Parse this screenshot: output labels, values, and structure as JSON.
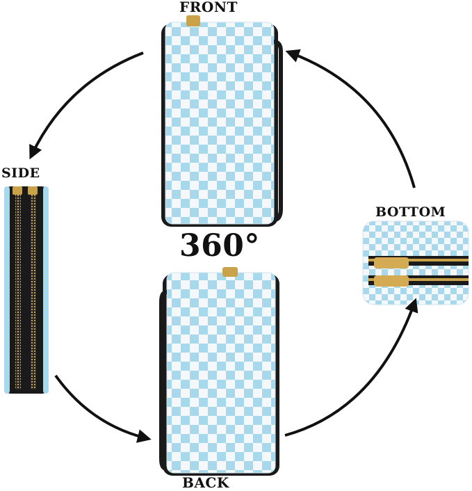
{
  "labels": {
    "front": "FRONT",
    "side": "SIDE",
    "bottom": "BOTTOM",
    "back": "BACK",
    "rotation": "360°"
  },
  "colors": {
    "check_light": "#a8d8ec",
    "check_white": "#f4f8fa",
    "zipper_tape": "#1a1a1a",
    "zipper_teeth": "#c9a24a",
    "arrow": "#111111"
  },
  "icons": [
    "rotation-arrow-icon"
  ]
}
